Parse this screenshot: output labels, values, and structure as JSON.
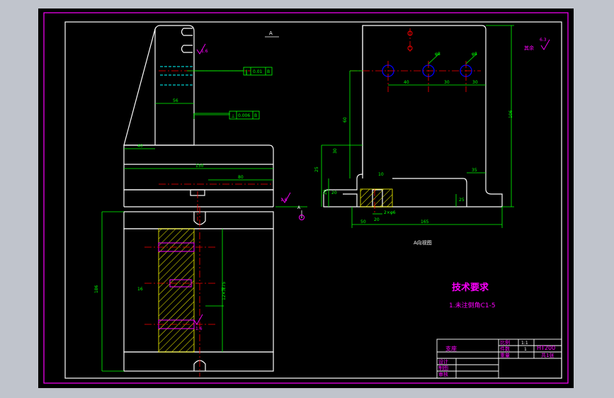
{
  "colors": {
    "background": "#000000",
    "frame": "#ff00ff",
    "part": "#ffffff",
    "dimension": "#00ff00",
    "centerline": "#ff0000",
    "hatch": "#ffff00",
    "note": "#ff00ff",
    "datum": "#0000ff",
    "surround": "#c0c4cc"
  },
  "views": {
    "top_mark": "A",
    "section_caption": "A向视图",
    "view_arrow_label": "A"
  },
  "tolerances": {
    "flatness": {
      "symbol": "∥",
      "value": "0.01",
      "datum": "B"
    },
    "perpendicularity": {
      "symbol": "⊥",
      "value": "0.006",
      "datum": "B"
    }
  },
  "roughness": {
    "note": "其余",
    "value": "6.3",
    "ra_main": "1.6",
    "ra_a": "1.6",
    "ra_b": "1.6"
  },
  "dimensions": {
    "front": {
      "height_small": "40",
      "width_top": "56",
      "width_full": "150",
      "width_right": "80",
      "height_total": "186",
      "hole": "16",
      "right_note": "12×深75"
    },
    "side": {
      "h_upper": "25",
      "h_main": "60",
      "h_full": "106",
      "h_block": "30",
      "h_step": "20",
      "w_a": "40",
      "w_b": "30",
      "w_c": "30",
      "w_total": "165",
      "w_left": "50",
      "w_mid": "20",
      "w_right": "35",
      "base_a": "25",
      "base_b": "20",
      "hole_a": "φ8",
      "hole_b": "φ8",
      "slot": "10",
      "slot_dia": "2×φ6"
    }
  },
  "notes": {
    "title": "技术要求",
    "items": [
      "1.未注倒角C1-5"
    ]
  },
  "title_block": {
    "material": "HT200",
    "scale_label": "比例",
    "scale_value": "1:1",
    "count_label": "件数",
    "count_value": "1",
    "weight_label": "重量",
    "sheet": "共1张",
    "part_name": "支座",
    "designer_label": "设计",
    "drawer_label": "制图",
    "checker_label": "审核"
  }
}
